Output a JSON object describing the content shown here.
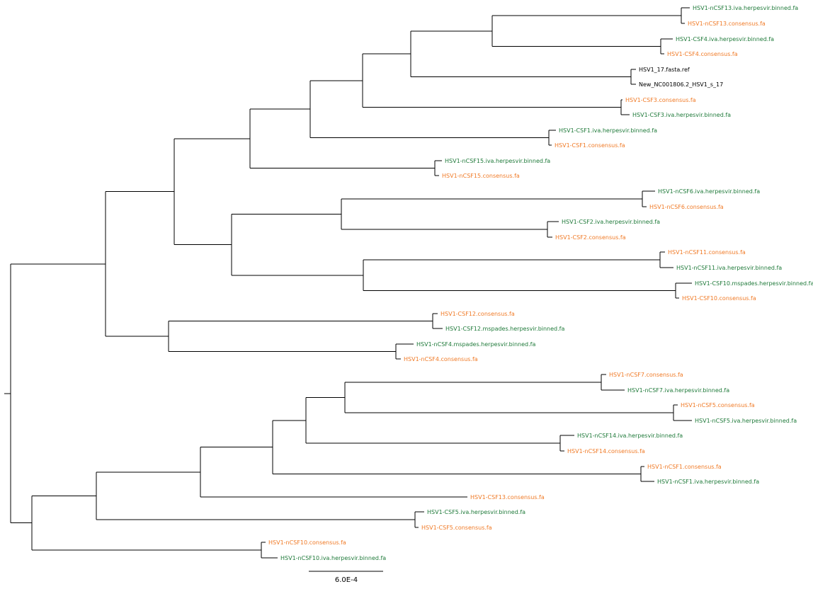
{
  "colors": {
    "branch": "#000000",
    "consensus": "#f07a26",
    "binned": "#1f7a3a",
    "reference": "#000000"
  },
  "scale_bar": {
    "label": "6.0E-4"
  },
  "leaves": [
    {
      "id": "L1",
      "label": "HSV1-nCSF13.iva.herpesvir.binned.fa",
      "kind": "binned"
    },
    {
      "id": "L2",
      "label": "HSV1-nCSF13.consensus.fa",
      "kind": "consensus"
    },
    {
      "id": "L3",
      "label": "HSV1-CSF4.iva.herpesvir.binned.fa",
      "kind": "binned"
    },
    {
      "id": "L4",
      "label": "HSV1-CSF4.consensus.fa",
      "kind": "consensus"
    },
    {
      "id": "L5",
      "label": "HSV1_17.fasta.ref",
      "kind": "reference"
    },
    {
      "id": "L6",
      "label": "New_NC001806.2_HSV1_s_17",
      "kind": "reference"
    },
    {
      "id": "L7",
      "label": "HSV1-CSF3.consensus.fa",
      "kind": "consensus"
    },
    {
      "id": "L8",
      "label": "HSV1-CSF3.iva.herpesvir.binned.fa",
      "kind": "binned"
    },
    {
      "id": "L9",
      "label": "HSV1-CSF1.iva.herpesvir.binned.fa",
      "kind": "binned"
    },
    {
      "id": "L10",
      "label": "HSV1-CSF1.consensus.fa",
      "kind": "consensus"
    },
    {
      "id": "L11",
      "label": "HSV1-nCSF15.iva.herpesvir.binned.fa",
      "kind": "binned"
    },
    {
      "id": "L12",
      "label": "HSV1-nCSF15.consensus.fa",
      "kind": "consensus"
    },
    {
      "id": "L13",
      "label": "HSV1-nCSF6.iva.herpesvir.binned.fa",
      "kind": "binned"
    },
    {
      "id": "L14",
      "label": "HSV1-nCSF6.consensus.fa",
      "kind": "consensus"
    },
    {
      "id": "L15",
      "label": "HSV1-CSF2.iva.herpesvir.binned.fa",
      "kind": "binned"
    },
    {
      "id": "L16",
      "label": "HSV1-CSF2.consensus.fa",
      "kind": "consensus"
    },
    {
      "id": "L17",
      "label": "HSV1-nCSF11.consensus.fa",
      "kind": "consensus"
    },
    {
      "id": "L18",
      "label": "HSV1-nCSF11.iva.herpesvir.binned.fa",
      "kind": "binned"
    },
    {
      "id": "L19",
      "label": "HSV1-CSF10.mspades.herpesvir.binned.fa",
      "kind": "binned"
    },
    {
      "id": "L20",
      "label": "HSV1-CSF10.consensus.fa",
      "kind": "consensus"
    },
    {
      "id": "L21",
      "label": "HSV1-CSF12.consensus.fa",
      "kind": "consensus"
    },
    {
      "id": "L22",
      "label": "HSV1-CSF12.mspades.herpesvir.binned.fa",
      "kind": "binned"
    },
    {
      "id": "L23",
      "label": "HSV1-nCSF4.mspades.herpesvir.binned.fa",
      "kind": "binned"
    },
    {
      "id": "L24",
      "label": "HSV1-nCSF4.consensus.fa",
      "kind": "consensus"
    },
    {
      "id": "L25",
      "label": "HSV1-nCSF7.consensus.fa",
      "kind": "consensus"
    },
    {
      "id": "L26",
      "label": "HSV1-nCSF7.iva.herpesvir.binned.fa",
      "kind": "binned"
    },
    {
      "id": "L27",
      "label": "HSV1-nCSF5.consensus.fa",
      "kind": "consensus"
    },
    {
      "id": "L28",
      "label": "HSV1-nCSF5.iva.herpesvir.binned.fa",
      "kind": "binned"
    },
    {
      "id": "L29",
      "label": "HSV1-nCSF14.iva.herpesvir.binned.fa",
      "kind": "binned"
    },
    {
      "id": "L30",
      "label": "HSV1-nCSF14.consensus.fa",
      "kind": "consensus"
    },
    {
      "id": "L31",
      "label": "HSV1-nCSF1.consensus.fa",
      "kind": "consensus"
    },
    {
      "id": "L32",
      "label": "HSV1-nCSF1.iva.herpesvir.binned.fa",
      "kind": "binned"
    },
    {
      "id": "L33",
      "label": "HSV1-CSF13.consensus.fa",
      "kind": "consensus"
    },
    {
      "id": "L34",
      "label": "HSV1-CSF5.iva.herpesvir.binned.fa",
      "kind": "binned"
    },
    {
      "id": "L35",
      "label": "HSV1-CSF5.consensus.fa",
      "kind": "consensus"
    },
    {
      "id": "L36",
      "label": "HSV1-nCSF10.consensus.fa",
      "kind": "consensus"
    },
    {
      "id": "L37",
      "label": "HSV1-nCSF10.iva.herpesvir.binned.fa",
      "kind": "binned"
    }
  ]
}
